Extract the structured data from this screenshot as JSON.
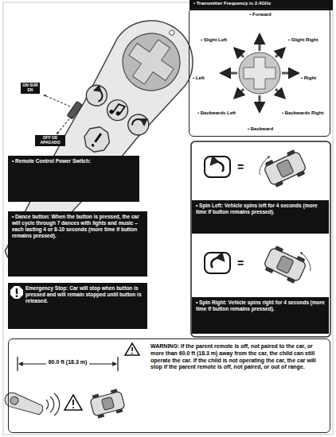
{
  "diagram": {
    "nodes": [
      {
        "text": [
          "• Transmitter Frequency is 2.4GHz"
        ]
      },
      {
        "text": [
          "• Forward",
          "• Slight Left",
          "• Slight Right",
          "• Left",
          "• Right",
          "• Backwards Left",
          "• Backwards Right",
          "• Backward"
        ]
      },
      {
        "text": [
          "• Remote Control Power Switch:"
        ]
      },
      {
        "text": [
          "• Dance button: When the button is pressed, the car will cycle through 7 dances with lights and music – each lasting 4 or 8-10 seconds (more time if button remains pressed)."
        ]
      },
      {
        "text": [
          "Emergency Stop: Car will stop when button is pressed and will remain stopped until button is released."
        ]
      },
      {
        "text": [
          "• Spin Left: Vehicle spins left for 4 seconds (more time if button remains pressed)."
        ]
      },
      {
        "text": [
          "• Spin Right: Vehicle spins right for 4 seconds (more time if button remains pressed)."
        ]
      },
      {
        "text": [
          "WARNING: If the parent remote is off, not paired to the car, or more than 60.0 ft (18.3 m) away from the car, the child can still operate the car. If the child is not operating the car, the car will stop if the parent remote is off, not paired, or out of range."
        ]
      }
    ],
    "labels": [
      "ON SUR EN",
      "OFF OE APAGADO",
      "=",
      "=",
      "60.0 ft (18.3 m)"
    ]
  }
}
